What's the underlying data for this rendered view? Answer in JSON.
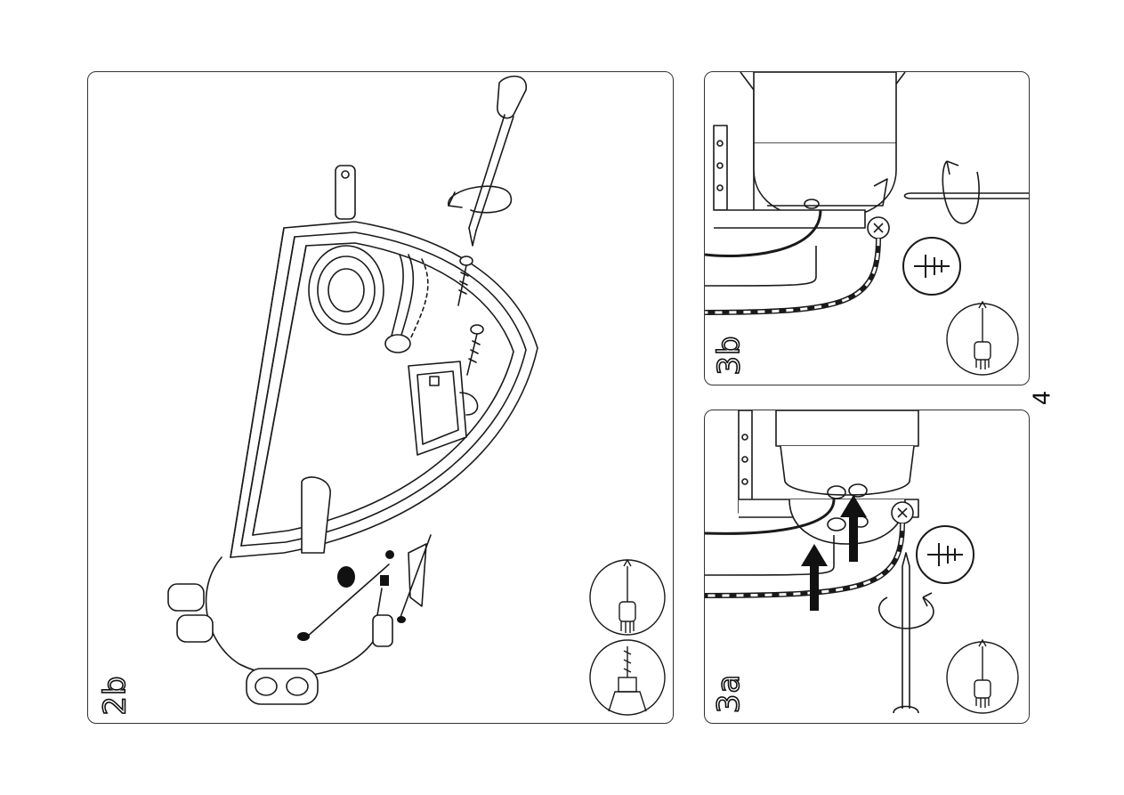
{
  "page": {
    "number": "4"
  },
  "panels": [
    {
      "id": "2b",
      "label": "2b",
      "icons": [
        "screwdriver-icon",
        "drill-icon"
      ]
    },
    {
      "id": "3b",
      "label": "3b",
      "icons": [
        "ground-symbol-icon",
        "screwdriver-icon"
      ]
    },
    {
      "id": "3a",
      "label": "3a",
      "icons": [
        "ground-symbol-icon",
        "screwdriver-icon"
      ]
    }
  ],
  "colors": {
    "line": "#1a1a1a",
    "background": "#ffffff",
    "fill_dark": "#111111"
  }
}
